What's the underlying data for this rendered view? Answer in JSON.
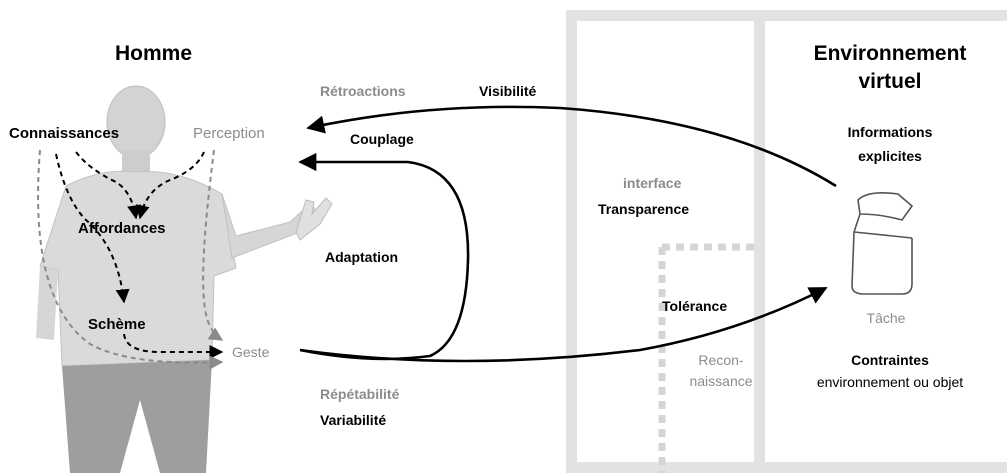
{
  "human": {
    "title": "Homme",
    "knowledge": "Connaissances",
    "perception": "Perception",
    "affordances": "Affordances",
    "scheme": "Schème",
    "gesture": "Geste"
  },
  "environment": {
    "title_line1": "Environnement",
    "title_line2": "virtuel",
    "info_line1": "Informations",
    "info_line2": "explicites",
    "task": "Tâche",
    "constraints": "Contraintes",
    "constraints_detail": "environnement ou objet"
  },
  "interface": {
    "label": "interface",
    "transparency": "Transparence",
    "recognition_line1": "Recon-",
    "recognition_line2": "naissance"
  },
  "links": {
    "feedback": "Rétroactions",
    "visibility": "Visibilité",
    "coupling": "Couplage",
    "adaptation": "Adaptation",
    "tolerance": "Tolérance",
    "repeatability": "Répétabilité",
    "variability": "Variabilité"
  },
  "colors": {
    "panel": "#e2e2e2",
    "figure": "#cfcfcf",
    "figure_dark": "#9e9e9e",
    "gray_text": "#8c8c8c",
    "arrow": "#000000",
    "dashed_gray": "#8a8a8a"
  }
}
